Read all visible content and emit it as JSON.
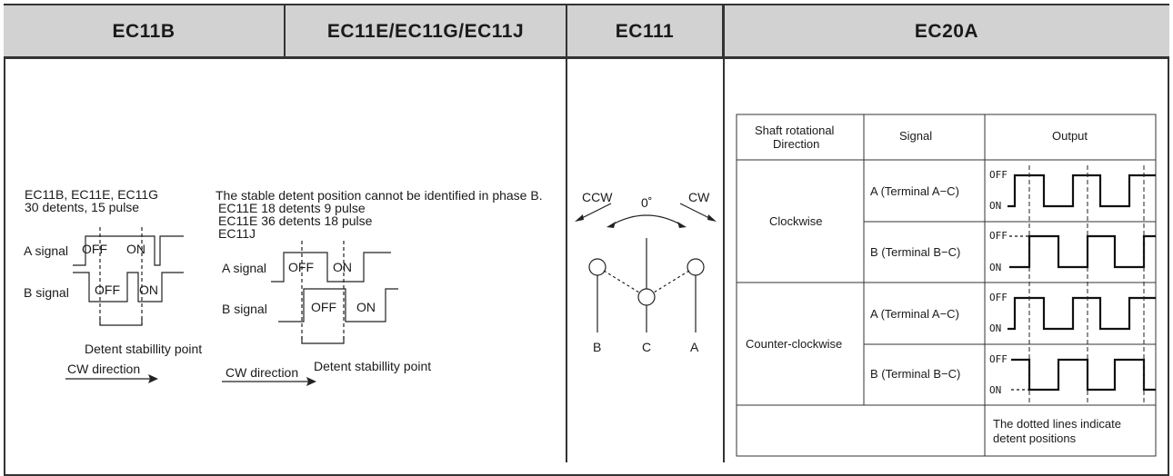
{
  "headers": [
    "EC11B",
    "EC11E/EC11G/EC11J",
    "EC111",
    "EC20A"
  ],
  "ec11b": {
    "models": "EC11B, EC11E, EC11G",
    "spec": "30 detents, 15 pulse",
    "a_signal": "A signal",
    "b_signal": "B signal",
    "off": "OFF",
    "on": "ON",
    "detent_point": "Detent stabillity point",
    "cw_direction": "CW direction"
  },
  "ec11e": {
    "note": "The stable detent position cannot be identified in phase B.",
    "line1": "EC11E 18 detents  9 pulse",
    "line2": "EC11E 36 detents 18 pulse",
    "line3": "EC11J",
    "a_signal": "A signal",
    "b_signal": "B signal",
    "off": "OFF",
    "on": "ON",
    "cw_direction": "CW direction",
    "detent_point": "Detent stabillity point"
  },
  "ec111": {
    "ccw": "CCW",
    "cw": "CW",
    "angle": "0˚",
    "terminal_b": "B",
    "terminal_c": "C",
    "terminal_a": "A"
  },
  "ec20a": {
    "col_direction": [
      "Shaft rotational",
      "Direction"
    ],
    "col_signal": "Signal",
    "col_output": "Output",
    "clockwise": "Clockwise",
    "counter_clockwise": "Counter-clockwise",
    "sig_a": "A (Terminal A−C)",
    "sig_b": "B (Terminal B−C)",
    "off": "OFF",
    "on": "ON",
    "note": [
      "The dotted lines indicate",
      "detent positions"
    ]
  }
}
